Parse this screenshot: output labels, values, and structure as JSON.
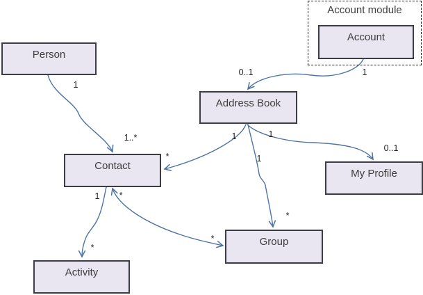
{
  "diagram": {
    "module": {
      "label": "Account module"
    },
    "nodes": {
      "person": {
        "label": "Person"
      },
      "account": {
        "label": "Account"
      },
      "address_book": {
        "label": "Address Book"
      },
      "contact": {
        "label": "Contact"
      },
      "my_profile": {
        "label": "My Profile"
      },
      "group": {
        "label": "Group"
      },
      "activity": {
        "label": "Activity"
      }
    },
    "associations": [
      {
        "from": "Person",
        "to": "Contact",
        "from_multiplicity": "1",
        "to_multiplicity": "1..*",
        "arrow": "to"
      },
      {
        "from": "Account",
        "to": "Address Book",
        "from_multiplicity": "1",
        "to_multiplicity": "0..1",
        "arrow": "to"
      },
      {
        "from": "Address Book",
        "to": "Contact",
        "from_multiplicity": "1",
        "to_multiplicity": "*",
        "arrow": "to"
      },
      {
        "from": "Address Book",
        "to": "My Profile",
        "from_multiplicity": "1",
        "to_multiplicity": "0..1",
        "arrow": "to"
      },
      {
        "from": "Address Book",
        "to": "Group",
        "from_multiplicity": "1",
        "to_multiplicity": "*",
        "arrow": "to"
      },
      {
        "from": "Contact",
        "to": "Activity",
        "from_multiplicity": "1",
        "to_multiplicity": "*",
        "arrow": "to"
      },
      {
        "from": "Contact",
        "to": "Group",
        "from_multiplicity": "*",
        "to_multiplicity": "*",
        "arrow": "both"
      }
    ],
    "colors": {
      "background": "#ffffff",
      "node_fill": "#e9e5f1",
      "node_border": "#3c3c44",
      "edge": "#4d74a1",
      "text": "#3d3d3d"
    }
  }
}
